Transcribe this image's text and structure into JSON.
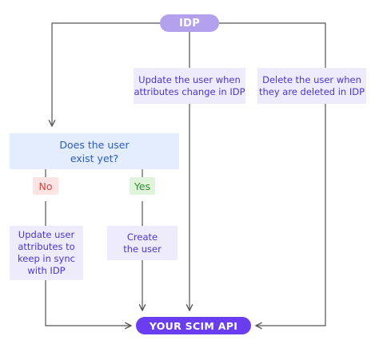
{
  "nodes": {
    "idp": "IDP",
    "update_on_change": "Update the user when\nattributes change in IDP",
    "delete_on_removal": "Delete the user when\nthey are deleted in IDP",
    "decision": "Does the user\nexist yet?",
    "no_label": "No",
    "yes_label": "Yes",
    "update_sync": "Update user\nattributes to\nkeep in sync\nwith IDP",
    "create_user": "Create\nthe user",
    "scim_api": "YOUR SCIM API"
  },
  "colors": {
    "idp_pill": "#b3a1ee",
    "scim_pill": "#6a3df0",
    "purple_box_bg": "#eeebfd",
    "purple_text": "#4b36c9",
    "blue_box_bg": "#e3edfd",
    "blue_text": "#2e5bbf",
    "no_bg": "#fde4e4",
    "no_text": "#d64545",
    "yes_bg": "#def5dc",
    "yes_text": "#2f8f2c",
    "connector": "#555555"
  }
}
